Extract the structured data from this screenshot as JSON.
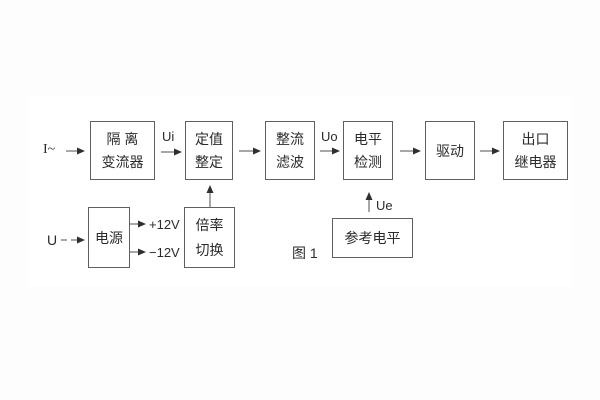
{
  "figure": {
    "caption": "图 1",
    "colors": {
      "background": "#fdfdfd",
      "panel": "#ffffff",
      "box_border": "#5f5f5f",
      "line": "#4f4f4f",
      "text": "#2b2b2b"
    }
  },
  "diagram": {
    "inputs": {
      "current": "I~",
      "voltage": "U"
    },
    "blocks": {
      "isolation": {
        "line1": "隔 离",
        "line2": "变流器"
      },
      "setting": {
        "line1": "定值",
        "line2": "整定"
      },
      "rectifier": {
        "line1": "整流",
        "line2": "滤波"
      },
      "level_detect": {
        "line1": "电平",
        "line2": "检测"
      },
      "drive": {
        "line1": "驱动"
      },
      "output_relay": {
        "line1": "出口",
        "line2": "继电器"
      },
      "power": {
        "line1": "电源"
      },
      "ratio_switch": {
        "line1": "倍率",
        "line2": "切换"
      },
      "reference": {
        "line1": "参考电平"
      }
    },
    "signals": {
      "ui": "Ui",
      "uo": "Uo",
      "ue": "Ue",
      "p12": "+12V",
      "n12": "−12V"
    }
  }
}
